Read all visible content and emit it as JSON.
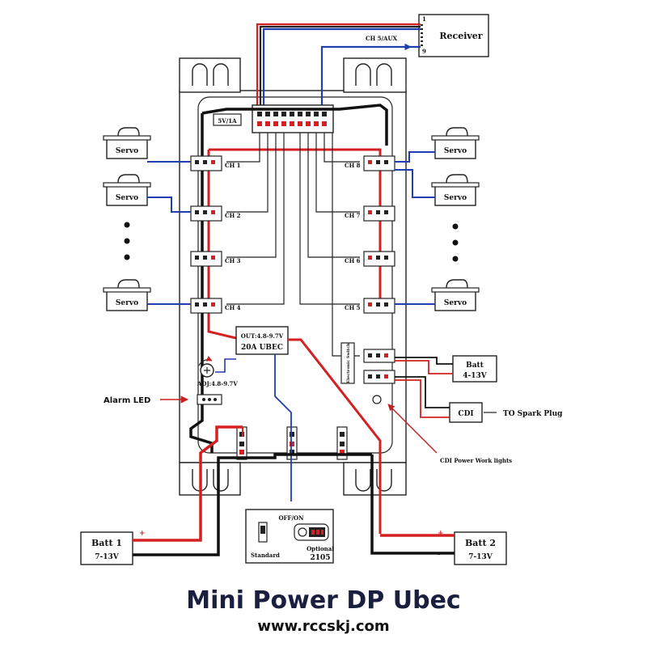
{
  "receiver": {
    "label": "Receiver",
    "pin_top": "1",
    "pin_bottom": "9",
    "aux_label": "CH 5/AUX"
  },
  "board": {
    "supply_tag": "5V/1A",
    "ubec_out": "OUT:4.8-9.7V",
    "ubec_rating": "20A UBEC",
    "adj_label": "ADJ:4.8-9.7V",
    "electronic_switch": "Electronic Switch"
  },
  "channels_left": [
    "CH 1",
    "CH 2",
    "CH 3",
    "CH 4"
  ],
  "channels_right": [
    "CH 8",
    "CH 7",
    "CH 6",
    "CH 5"
  ],
  "servo_label": "Servo",
  "alarm_led": "Alarm LED",
  "batt_cdi": {
    "label": "Batt",
    "volt": "4-13V"
  },
  "cdi": {
    "label": "CDI",
    "spark": "TO Spark Plug",
    "work_lights": "CDI Power Work lights"
  },
  "batt1": {
    "label": "Batt 1",
    "volt": "7-13V",
    "plus": "+",
    "minus": "-"
  },
  "batt2": {
    "label": "Batt 2",
    "volt": "7-13V",
    "plus": "+",
    "minus": "-"
  },
  "switch_box": {
    "offon": "OFF/ON",
    "standard": "Standard",
    "optional": "Optional",
    "model": "2105"
  },
  "footer": {
    "title": "Mini Power DP Ubec",
    "url": "www.rccskj.com"
  },
  "colors": {
    "red": "#d42020",
    "black": "#111111",
    "blue": "#1f3fb0",
    "title": "#1a1f3f"
  }
}
